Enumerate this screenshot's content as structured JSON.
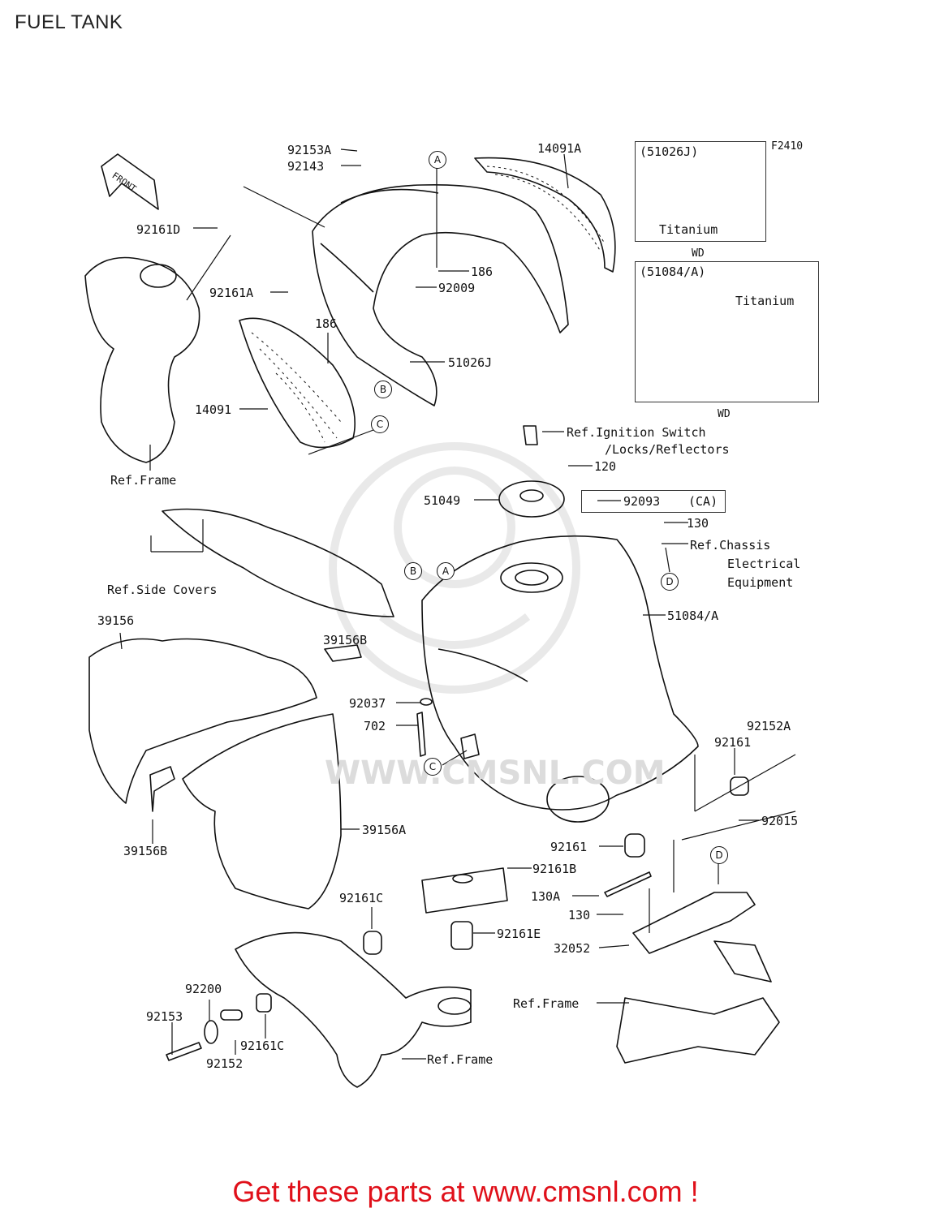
{
  "title": "FUEL TANK",
  "figure_code": "F2410",
  "footer": "Get these parts at www.cmsnl.com !",
  "watermark_text": "WWW.CMSNL.COM",
  "front_label": "FRONT",
  "inset_top": {
    "part": "(51026J)",
    "note": "Titanium",
    "model": "WD"
  },
  "inset_mid": {
    "part": "(51084/A)",
    "note": "Titanium",
    "model": "WD"
  },
  "labels": {
    "p92153A": "92153A",
    "p92143": "92143",
    "p14091A": "14091A",
    "p92161D": "92161D",
    "p186a": "186",
    "p92161A": "92161A",
    "p92009": "92009",
    "p186b": "186",
    "p51026J": "51026J",
    "p14091": "14091",
    "refFrame1": "Ref.Frame",
    "refIgn1": "Ref.Ignition Switch",
    "refIgn2": "/Locks/Reflectors",
    "p120": "120",
    "p51049": "51049",
    "p92093": "92093",
    "ca": "(CA)",
    "p130a": "130",
    "refChassis1": "Ref.Chassis",
    "refChassis2": "Electrical",
    "refChassis3": "Equipment",
    "refSide": "Ref.Side Covers",
    "p39156": "39156",
    "p39156B1": "39156B",
    "p51084A": "51084/A",
    "p92037": "92037",
    "p702": "702",
    "p92161a": "92161",
    "p92152A": "92152A",
    "p39156B2": "39156B",
    "p39156A": "39156A",
    "p92015": "92015",
    "p92161b": "92161",
    "p92161B": "92161B",
    "p92161C1": "92161C",
    "p130A": "130A",
    "p130b": "130",
    "p92161E": "92161E",
    "p32052": "32052",
    "p92200": "92200",
    "refFrame2": "Ref.Frame",
    "p92153": "92153",
    "p92152": "92152",
    "p92161C2": "92161C",
    "refFrame3": "Ref.Frame"
  },
  "circles": {
    "a1": "A",
    "a2": "A",
    "b1": "B",
    "b2": "B",
    "c1": "C",
    "c2": "C",
    "d1": "D",
    "d2": "D"
  }
}
